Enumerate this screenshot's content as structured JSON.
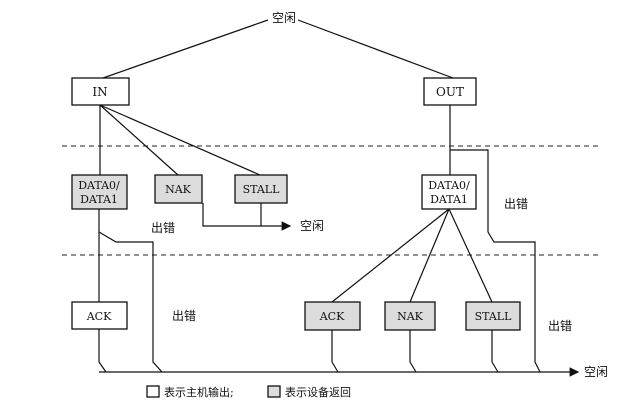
{
  "labels": {
    "top_idle": "空闲",
    "in": "IN",
    "out": "OUT",
    "data_in_1": "DATA0/",
    "data_in_2": "DATA1",
    "data_out_1": "DATA0/",
    "data_out_2": "DATA1",
    "nak_left": "NAK",
    "stall_left": "STALL",
    "idle_mid": "空闲",
    "error_in_data": "出错",
    "error_out_data": "出错",
    "ack_left": "ACK",
    "error_ack": "出错",
    "ack_right": "ACK",
    "nak_right": "NAK",
    "stall_right": "STALL",
    "error_stall": "出错",
    "idle_bottom": "空闲"
  },
  "legend": {
    "host": "表示主机输出;",
    "device": "表示设备返回"
  },
  "colors": {
    "device_fill": "#dcdcdc",
    "host_fill": "#ffffff",
    "line": "#111111"
  }
}
